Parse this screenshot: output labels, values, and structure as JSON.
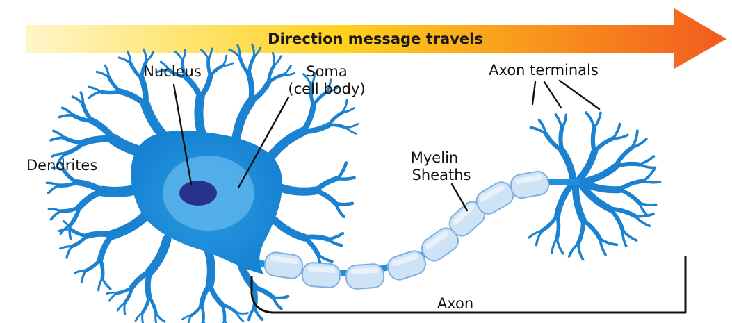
{
  "banner": {
    "label": "Direction message travels",
    "colors": {
      "start": "#fff6c8",
      "middle": "#ffd21c",
      "end": "#f25a1e"
    }
  },
  "labels": {
    "nucleus": "Nucleus",
    "soma_line1": "Soma",
    "soma_line2": "(cell body)",
    "dendrites": "Dendrites",
    "axon_terminals": "Axon terminals",
    "myelin_line1": "Myelin",
    "myelin_line2": "Sheaths",
    "axon": "Axon"
  },
  "colors": {
    "cell": "#1e90dc",
    "soma_highlight": "#63b8ee",
    "nucleus": "#26328c",
    "myelin": "#cfe3f6",
    "bracket": "#111111"
  }
}
